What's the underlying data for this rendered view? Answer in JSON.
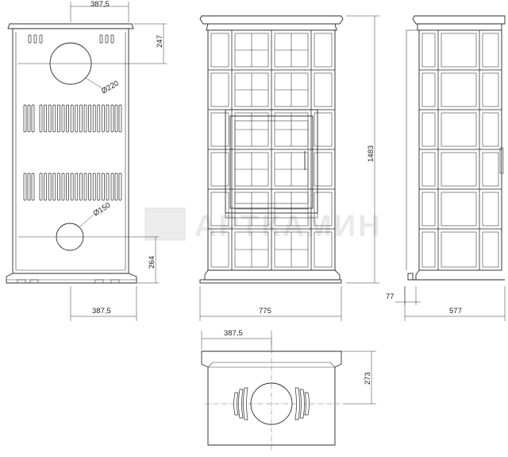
{
  "views": {
    "back": {
      "dim_width_top": "387,5",
      "dim_top_offset": "247",
      "dim_large_outlet": "Ø220",
      "dim_small_outlet": "Ø150",
      "dim_bottom_offset": "264",
      "dim_width_bottom": "387,5"
    },
    "front": {
      "dim_width": "775",
      "dim_height": "1483"
    },
    "side": {
      "dim_depth": "577",
      "dim_base_depth": "77"
    },
    "top": {
      "dim_width": "387,5",
      "dim_offset": "273"
    }
  },
  "watermark": "АРТКАМИН"
}
